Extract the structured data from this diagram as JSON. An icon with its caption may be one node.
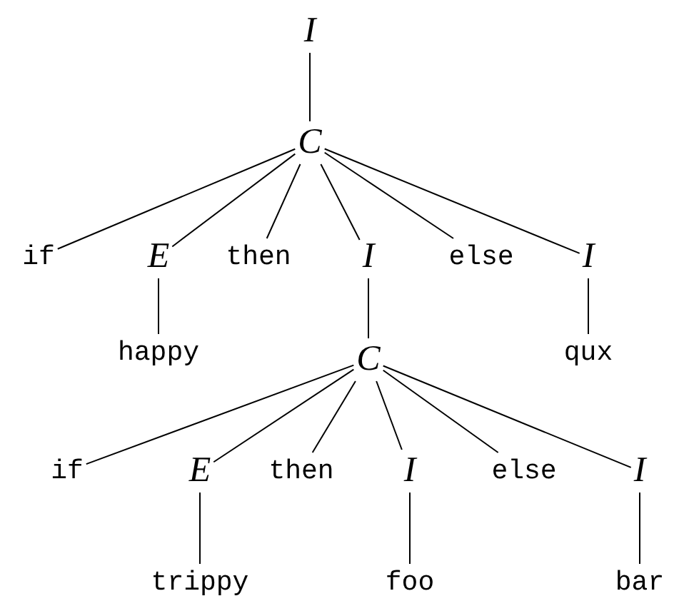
{
  "diagram": {
    "nodes": [
      {
        "text": [
          "I"
        ]
      },
      {
        "text": [
          "C"
        ]
      },
      {
        "text": [
          "if"
        ]
      },
      {
        "text": [
          "E"
        ]
      },
      {
        "text": [
          "then"
        ]
      },
      {
        "text": [
          "I"
        ]
      },
      {
        "text": [
          "else"
        ]
      },
      {
        "text": [
          "I"
        ]
      },
      {
        "text": [
          "happy"
        ]
      },
      {
        "text": [
          "C"
        ]
      },
      {
        "text": [
          "qux"
        ]
      },
      {
        "text": [
          "if"
        ]
      },
      {
        "text": [
          "E"
        ]
      },
      {
        "text": [
          "then"
        ]
      },
      {
        "text": [
          "I"
        ]
      },
      {
        "text": [
          "else"
        ]
      },
      {
        "text": [
          "I"
        ]
      },
      {
        "text": [
          "trippy"
        ]
      },
      {
        "text": [
          "foo"
        ]
      },
      {
        "text": [
          "bar"
        ]
      }
    ],
    "edges": [
      {
        "from": 0,
        "to": 1,
        "arrow": "none"
      },
      {
        "from": 1,
        "to": 2,
        "arrow": "none"
      },
      {
        "from": 1,
        "to": 3,
        "arrow": "none"
      },
      {
        "from": 1,
        "to": 4,
        "arrow": "none"
      },
      {
        "from": 1,
        "to": 5,
        "arrow": "none"
      },
      {
        "from": 1,
        "to": 6,
        "arrow": "none"
      },
      {
        "from": 1,
        "to": 7,
        "arrow": "none"
      },
      {
        "from": 3,
        "to": 8,
        "arrow": "none"
      },
      {
        "from": 5,
        "to": 9,
        "arrow": "none"
      },
      {
        "from": 7,
        "to": 10,
        "arrow": "none"
      },
      {
        "from": 9,
        "to": 11,
        "arrow": "none"
      },
      {
        "from": 9,
        "to": 12,
        "arrow": "none"
      },
      {
        "from": 9,
        "to": 13,
        "arrow": "none"
      },
      {
        "from": 9,
        "to": 14,
        "arrow": "none"
      },
      {
        "from": 9,
        "to": 15,
        "arrow": "none"
      },
      {
        "from": 9,
        "to": 16,
        "arrow": "none"
      },
      {
        "from": 12,
        "to": 17,
        "arrow": "none"
      },
      {
        "from": 14,
        "to": 18,
        "arrow": "none"
      },
      {
        "from": 16,
        "to": 19,
        "arrow": "none"
      }
    ]
  }
}
